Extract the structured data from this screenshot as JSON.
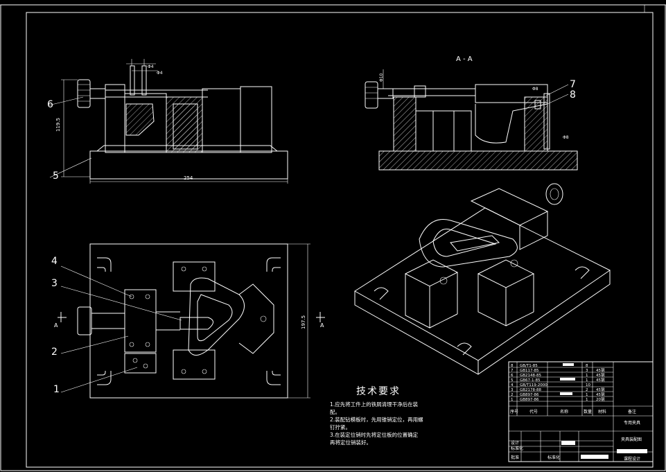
{
  "front_view": {
    "callouts": [
      "6",
      "5"
    ],
    "dim_height": "119.5",
    "dim_width": "254",
    "dim_small_1": "Φ4",
    "dim_small_2": "Φ4"
  },
  "section_view": {
    "title": "A - A",
    "callouts": [
      "7",
      "8"
    ],
    "dim_1": "Φ10",
    "dim_2": "Φ8",
    "dim_3": "Φ8"
  },
  "top_view": {
    "callouts": [
      "4",
      "3",
      "2",
      "1"
    ],
    "section_marks": [
      "A",
      "A"
    ],
    "dim_height": "197.5"
  },
  "technical_requirements": {
    "heading": "技术要求",
    "lines": [
      "1.应先将工件上的铁屑清理干净后在装",
      "配。",
      "2.装配钻模板时，先用锥销定位，再用螺",
      "钉拧紧。",
      "3.在装定位销时先将定位板的位置确定",
      "再将定位销装好。"
    ]
  },
  "title_block": {
    "parts": [
      {
        "no": "8",
        "name": "GB/T1-85",
        "qty": "8",
        "mat": ""
      },
      {
        "no": "7",
        "name": "GB117-85",
        "qty": "3",
        "mat": "45钢"
      },
      {
        "no": "6",
        "name": "GB2148-85",
        "qty": "1",
        "mat": "45钢"
      },
      {
        "no": "5",
        "name": "GB67-1-85",
        "qty": "1",
        "mat": "45钢"
      },
      {
        "no": "4",
        "name": "GB/T119-2000",
        "qty": "10",
        "mat": ""
      },
      {
        "no": "3",
        "name": "GB2178-88",
        "qty": "2",
        "mat": "45钢"
      },
      {
        "no": "2",
        "name": "GB897-86",
        "qty": "1",
        "mat": "45钢"
      },
      {
        "no": "1",
        "name": "GB897-86",
        "qty": "1",
        "mat": "20钢"
      }
    ],
    "headers": [
      "序号",
      "代号",
      "名称",
      "数量",
      "材料",
      "备注"
    ],
    "right_top": "专用夹具",
    "right_mid": "夹具装配图",
    "bottom_label": "设计",
    "std_label": "标准化",
    "approve_label": "批准",
    "sign_label": "标准化",
    "footer": "课程设计"
  }
}
